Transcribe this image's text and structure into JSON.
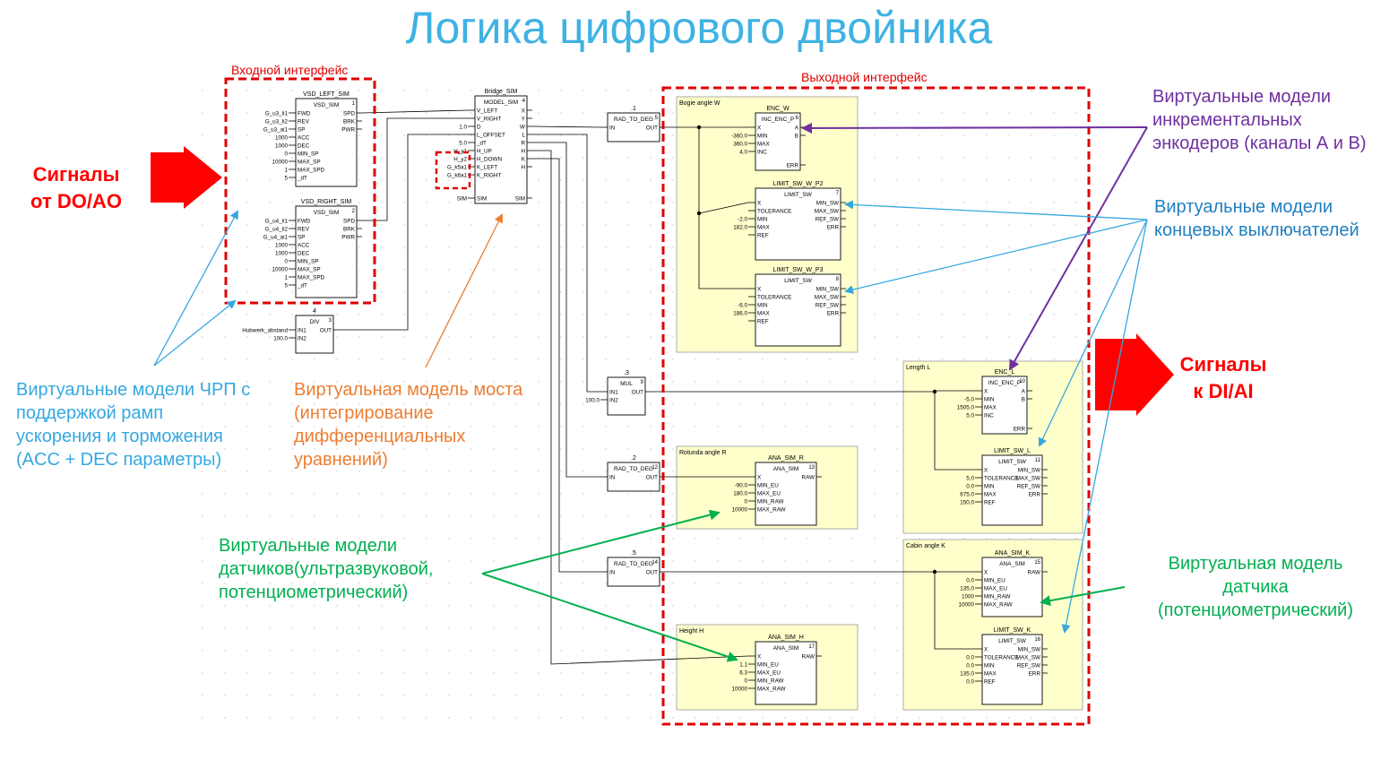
{
  "title": "Логика цифрового двойника",
  "zones": {
    "input": "Входной интерфейс",
    "output": "Выходной интерфейс"
  },
  "annotations": {
    "signals_in": [
      "Сигналы",
      "от DO/AO"
    ],
    "signals_out": [
      "Сигналы",
      "к DI/AI"
    ],
    "vsd": [
      "Виртуальные модели ЧРП с",
      "поддержкой рамп",
      "ускорения и торможения",
      "(ACC + DEC параметры)"
    ],
    "bridge": [
      "Виртуальная модель моста",
      "(интегрирование",
      "дифференциальных",
      "уравнений)"
    ],
    "sensors": [
      "Виртуальные модели",
      "датчиков(ультразвуковой,",
      "потенциометрический)"
    ],
    "encoders": [
      "Виртуальные модели",
      "инкрементальных",
      "энкодеров (каналы А и В)"
    ],
    "limits": [
      "Виртуальные модели",
      "концевых выключателей"
    ],
    "sensor_single": [
      "Виртуальная модель",
      "датчика",
      "(потенциометрический)"
    ]
  },
  "groups": {
    "bogie": "Bogie angle W",
    "length": "Length L",
    "rotunda": "Rotunda angle R",
    "cabin": "Cabin angle K",
    "height": "Height H"
  },
  "blocks": {
    "vsd_left": {
      "title": "VSD_LEFT_SIM",
      "type": "VSD_SIM",
      "num": "1",
      "in_labels": [
        "FWD",
        "REV",
        "SP",
        "ACC",
        "DEC",
        "MIN_SP",
        "MAX_SP",
        "MAX_SPD",
        "_dT"
      ],
      "in_vals": [
        "G_u3_li1",
        "G_u3_li2",
        "G_u3_ai1",
        "1000",
        "1000",
        "0",
        "10000",
        "1",
        "5"
      ],
      "out_labels": [
        "SPD",
        "BRK",
        "PWR"
      ]
    },
    "vsd_right": {
      "title": "VSD_RIGHT_SIM",
      "type": "VSD_SIM",
      "num": "2",
      "in_labels": [
        "FWD",
        "REV",
        "SP",
        "ACC",
        "DEC",
        "MIN_SP",
        "MAX_SP",
        "MAX_SPD",
        "_dT"
      ],
      "in_vals": [
        "G_u4_li1",
        "G_u4_li2",
        "G_u4_ai1",
        "1000",
        "1000",
        "0",
        "10000",
        "1",
        "5"
      ],
      "out_labels": [
        "SPD",
        "BRK",
        "PWR"
      ]
    },
    "div": {
      "title": "4",
      "type": "DIV",
      "num": "3",
      "in_labels": [
        "IN1",
        "IN2"
      ],
      "in_vals": [
        "Hubwerk_abstand",
        "100.0"
      ],
      "out_labels": [
        "OUT"
      ]
    },
    "bridge": {
      "title": "Bridge_SIM",
      "type": "MODEL_SIM",
      "num": "4",
      "in_labels": [
        "V_LEFT",
        "V_RIGHT",
        "D",
        "L_OFFSET",
        "_dT",
        "H_UP",
        "H_DOWN",
        "K_LEFT",
        "K_RIGHT"
      ],
      "in_vals": [
        "",
        "",
        "1.0",
        "",
        "5.0",
        "H_y1",
        "H_y2",
        "G_k5a1",
        "G_k6a1"
      ],
      "out_labels": [
        "X",
        "Y",
        "W",
        "L",
        "R",
        "H",
        "K",
        "H"
      ],
      "sim": "SIM"
    },
    "rad1": {
      "title": ".1",
      "type": "RAD_TO_DEG",
      "num": "5",
      "in_labels": [
        "IN"
      ],
      "in_vals": [
        ""
      ],
      "out_labels": [
        "OUT"
      ]
    },
    "enc_w": {
      "title": "ENC_W",
      "type": "INC_ENC_P",
      "num": "6",
      "in_labels": [
        "X",
        "MIN",
        "MAX",
        "INC"
      ],
      "in_vals": [
        "",
        "-360.0",
        "360.0",
        "4.0"
      ],
      "out_labels": [
        "A",
        "B",
        "ERR"
      ]
    },
    "lim_w2": {
      "title": "LIMIT_SW_W_P2",
      "type": "LIMIT_SW",
      "num": "7",
      "in_labels": [
        "X",
        "TOLERANCE",
        "MIN",
        "MAX",
        "REF"
      ],
      "in_vals": [
        "",
        "",
        "-2.0",
        "182.0",
        ""
      ],
      "out_labels": [
        "MIN_SW",
        "MAX_SW",
        "REF_SW",
        "ERR"
      ]
    },
    "lim_w3": {
      "title": "LIMIT_SW_W_P3",
      "type": "LIMIT_SW",
      "num": "8",
      "in_labels": [
        "X",
        "TOLERANCE",
        "MIN",
        "MAX",
        "REF"
      ],
      "in_vals": [
        "",
        "",
        "-6.0",
        "186.0",
        ""
      ],
      "out_labels": [
        "MIN_SW",
        "MAX_SW",
        "REF_SW",
        "ERR"
      ]
    },
    "mul": {
      "title": ".3",
      "type": "MUL",
      "num": "9",
      "in_labels": [
        "IN1",
        "IN2"
      ],
      "in_vals": [
        "",
        "100.0"
      ],
      "out_labels": [
        "OUT"
      ]
    },
    "enc_l": {
      "title": "ENC_L",
      "type": "INC_ENC_P",
      "num": "10",
      "in_labels": [
        "X",
        "MIN",
        "MAX",
        "INC"
      ],
      "in_vals": [
        "",
        "-5.0",
        "1505.0",
        "5.0"
      ],
      "out_labels": [
        "A",
        "B",
        "ERR"
      ]
    },
    "lim_l": {
      "title": "LIMIT_SW_L",
      "type": "LIMIT_SW",
      "num": "11",
      "in_labels": [
        "X",
        "TOLERANCE",
        "MIN",
        "MAX",
        "REF"
      ],
      "in_vals": [
        "",
        "5.0",
        "0.0",
        "675.0",
        "150.0"
      ],
      "out_labels": [
        "MIN_SW",
        "MAX_SW",
        "REF_SW",
        "ERR"
      ]
    },
    "rad2": {
      "title": ".2",
      "type": "RAD_TO_DEG",
      "num": "12",
      "in_labels": [
        "IN"
      ],
      "in_vals": [
        ""
      ],
      "out_labels": [
        "OUT"
      ]
    },
    "ana_r": {
      "title": "ANA_SIM_R",
      "type": "ANA_SIM",
      "num": "13",
      "in_labels": [
        "X",
        "MIN_EU",
        "MAX_EU",
        "MIN_RAW",
        "MAX_RAW"
      ],
      "in_vals": [
        "",
        "-90.0",
        "180.0",
        "0",
        "10000"
      ],
      "out_labels": [
        "RAW"
      ]
    },
    "rad3": {
      "title": ".5",
      "type": "RAD_TO_DEG",
      "num": "14",
      "in_labels": [
        "IN"
      ],
      "in_vals": [
        ""
      ],
      "out_labels": [
        "OUT"
      ]
    },
    "ana_k": {
      "title": "ANA_SIM_K",
      "type": "ANA_SIM",
      "num": "15",
      "in_labels": [
        "X",
        "MIN_EU",
        "MAX_EU",
        "MIN_RAW",
        "MAX_RAW"
      ],
      "in_vals": [
        "",
        "0.0",
        "135.0",
        "1000",
        "10000"
      ],
      "out_labels": [
        "RAW"
      ]
    },
    "lim_k": {
      "title": "LIMIT_SW_K",
      "type": "LIMIT_SW",
      "num": "16",
      "in_labels": [
        "X",
        "TOLERANCE",
        "MIN",
        "MAX",
        "REF"
      ],
      "in_vals": [
        "",
        "0.0",
        "0.0",
        "135.0",
        "0.0"
      ],
      "out_labels": [
        "MIN_SW",
        "MAX_SW",
        "REF_SW",
        "ERR"
      ]
    },
    "ana_h": {
      "title": "ANA_SIM_H",
      "type": "ANA_SIM",
      "num": "17",
      "in_labels": [
        "X",
        "MIN_EU",
        "MAX_EU",
        "MIN_RAW",
        "MAX_RAW"
      ],
      "in_vals": [
        "",
        "1.1",
        "6.3",
        "0",
        "10000"
      ],
      "out_labels": [
        "RAW"
      ]
    }
  },
  "colors": {
    "title": "#3fb2e3",
    "red": "#ff0000",
    "blue": "#35a8e0",
    "purple": "#7030a0",
    "orange": "#ed7d31",
    "green": "#00b050",
    "group_fill": "#ffffcc"
  }
}
